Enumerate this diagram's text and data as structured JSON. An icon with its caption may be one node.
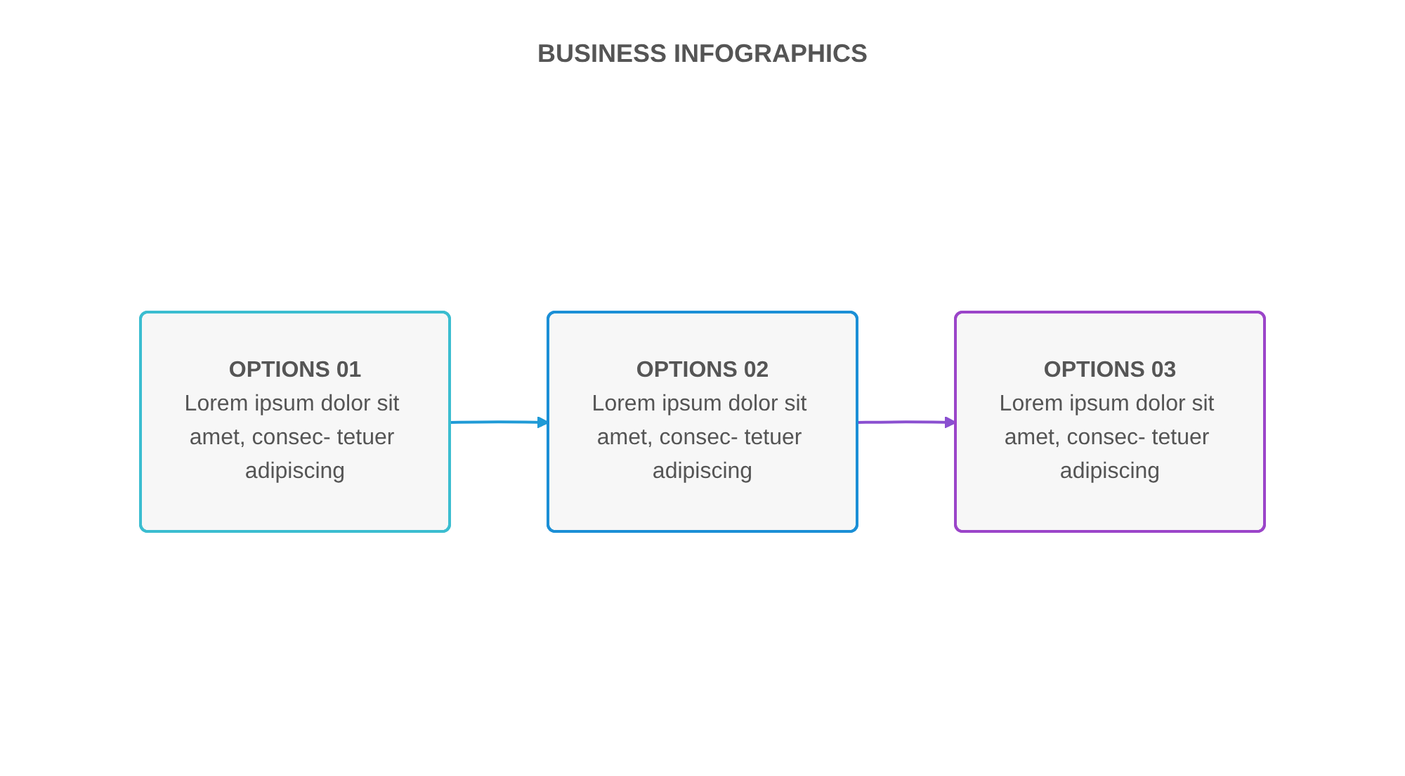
{
  "diagram": {
    "title": "BUSINESS INFOGRAPHICS",
    "nodes": [
      {
        "text": [
          "OPTIONS 01",
          "Lorem ipsum dolor sit amet, consec- tetuer adipiscing"
        ]
      },
      {
        "text": [
          "OPTIONS 02",
          "Lorem ipsum dolor sit amet, consec- tetuer adipiscing"
        ]
      },
      {
        "text": [
          "OPTIONS 03",
          "Lorem ipsum dolor sit amet, consec- tetuer adipiscing"
        ]
      }
    ],
    "edges": [
      {
        "from": 0,
        "to": 1,
        "arrow": "to",
        "color": "#1f9ad6"
      },
      {
        "from": 1,
        "to": 2,
        "arrow": "to",
        "color": "#8a4fd0"
      }
    ]
  }
}
